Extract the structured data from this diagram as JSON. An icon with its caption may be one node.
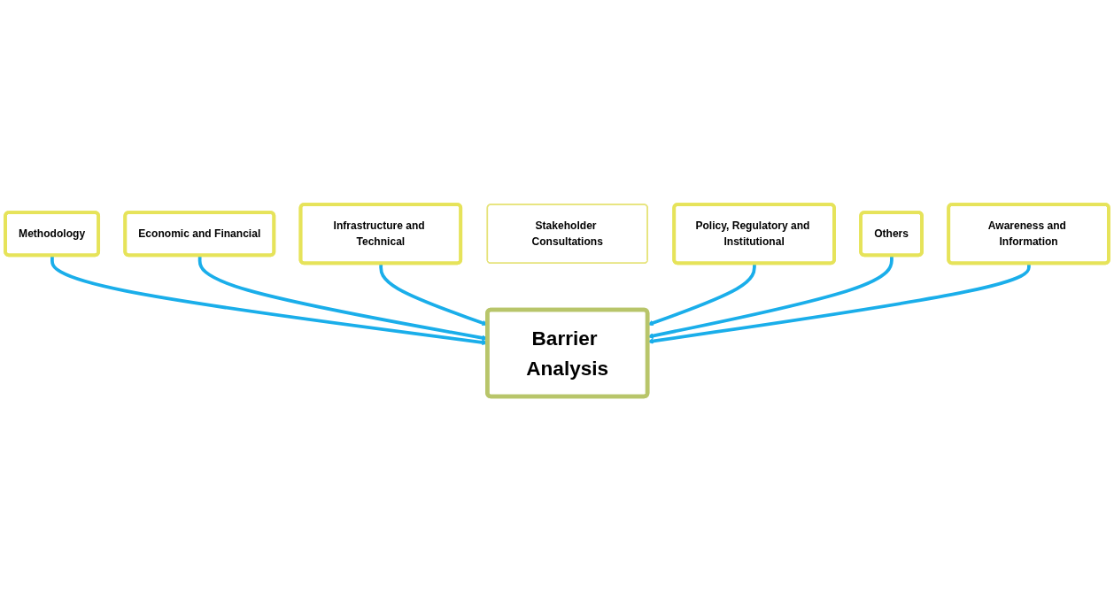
{
  "diagram": {
    "nodes": [
      {
        "text": [
          "Methodology"
        ]
      },
      {
        "text": [
          "Economic and Financial"
        ]
      },
      {
        "text": [
          "Infrastructure and Technical"
        ]
      },
      {
        "text": [
          "Stakeholder Consultations"
        ]
      },
      {
        "text": [
          "Barrier Analysis"
        ]
      },
      {
        "text": [
          "Policy, Regulatory and Institutional"
        ]
      },
      {
        "text": [
          "Others"
        ]
      },
      {
        "text": [
          "Awareness and Information"
        ]
      }
    ],
    "edges": [
      {
        "from": 0,
        "to": 4,
        "arrow": "to"
      },
      {
        "from": 1,
        "to": 4,
        "arrow": "to"
      },
      {
        "from": 2,
        "to": 4,
        "arrow": "to"
      },
      {
        "from": 5,
        "to": 4,
        "arrow": "to"
      },
      {
        "from": 6,
        "to": 4,
        "arrow": "to"
      },
      {
        "from": 7,
        "to": 4,
        "arrow": "to"
      }
    ]
  }
}
